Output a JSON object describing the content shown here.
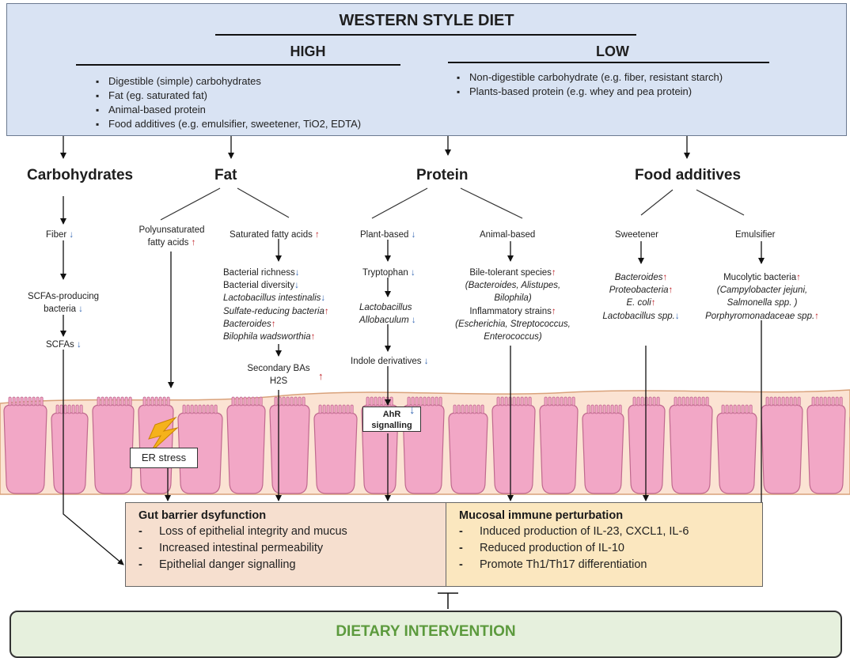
{
  "banner": {
    "title": "WESTERN STYLE DIET",
    "high": {
      "heading": "HIGH",
      "items": [
        "Digestible (simple) carbohydrates",
        "Fat (eg. saturated fat)",
        "Animal-based protein",
        "Food additives (e.g. emulsifier, sweetener, TiO2, EDTA)"
      ]
    },
    "low": {
      "heading": "LOW",
      "items": [
        "Non-digestible carbohydrate (e.g. fiber, resistant starch)",
        "Plants-based protein (e.g. whey and pea protein)"
      ]
    }
  },
  "categories": {
    "carbohydrates": "Carbohydrates",
    "fat": "Fat",
    "protein": "Protein",
    "additives": "Food additives"
  },
  "carb": {
    "fiber": "Fiber",
    "scfa_bacteria_1": "SCFAs-producing",
    "scfa_bacteria_2": "bacteria",
    "scfas": "SCFAs"
  },
  "fat": {
    "pufa_1": "Polyunsaturated",
    "pufa_2": "fatty acids",
    "sfa": "Saturated fatty acids",
    "effects": [
      "Bacterial richness",
      "Bacterial diversity",
      "Lactobacillus intestinalis",
      "Sulfate-reducing bacteria",
      "Bacteroides",
      "Bilophila wadsworthia"
    ],
    "secondary_bas": "Secondary BAs",
    "h2s": "H2S"
  },
  "protein": {
    "plant": "Plant-based",
    "tryptophan": "Tryptophan",
    "lactobacillus": "Lactobacillus",
    "allobaculum": "Allobaculum",
    "indole": "Indole derivatives",
    "animal": "Animal-based",
    "bile_tolerant": "Bile-tolerant species",
    "bile_species_1": "(Bacteroides, Alistupes,",
    "bile_species_2": "Bilophila)",
    "inflammatory": "Inflammatory strains",
    "inflam_species_1": "(Escherichia, Streptococcus,",
    "inflam_species_2": "Enterococcus)"
  },
  "additives": {
    "sweetener": "Sweetener",
    "sweet_effects": [
      "Bacteroides",
      "Proteobacteria",
      "E. coli",
      "Lactobacillus spp."
    ],
    "emulsifier": "Emulsifier",
    "mucolytic": "Mucolytic bacteria",
    "muco_species_1": "(Campylobacter jejuni,",
    "muco_species_2": "Salmonella spp. )",
    "porphyro": "Porphyromonadaceae spp."
  },
  "gut": {
    "er_stress": "ER stress",
    "ahr_1": "AhR",
    "ahr_2": "signalling"
  },
  "barrier": {
    "heading": "Gut barrier dsyfunction",
    "items": [
      "Loss of epithelial integrity and mucus",
      "Increased intestinal permeability",
      "Epithelial danger signalling"
    ]
  },
  "immune": {
    "heading": "Mucosal immune perturbation",
    "items": [
      "Induced production of IL-23, CXCL1, IL-6",
      "Reduced production of IL-10",
      "Promote Th1/Th17 differentiation"
    ]
  },
  "intervention": "DIETARY INTERVENTION",
  "colors": {
    "up_arrow": "#c0272d",
    "down_arrow": "#3a6bb5",
    "banner_bg": "#d9e3f3",
    "barrier_bg": "#f6dfcf",
    "immune_bg": "#fbe7bf",
    "intervention_text": "#5c9a3d",
    "cell_pink": "#f2a7c6"
  }
}
